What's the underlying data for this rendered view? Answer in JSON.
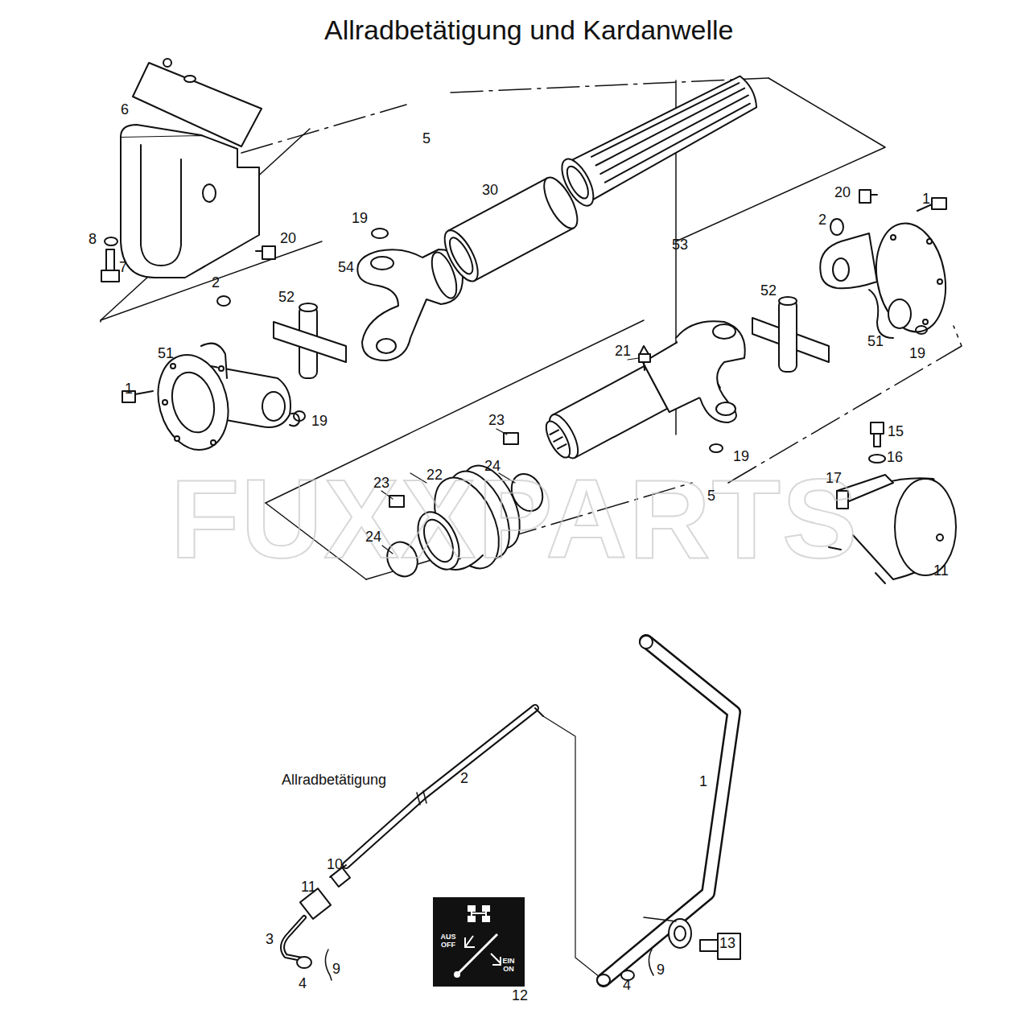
{
  "diagram": {
    "title": "Allradbetätigung und Kardanwelle",
    "nodes": [
      {
        "text": [
          "AUS OFF",
          "EIN ON"
        ]
      }
    ],
    "labels": [
      "6",
      "5",
      "8",
      "7",
      "20",
      "19",
      "30",
      "54",
      "2",
      "52",
      "51",
      "1",
      "19",
      "53",
      "20",
      "1",
      "2",
      "52",
      "51",
      "19",
      "21",
      "23",
      "24",
      "23",
      "22",
      "24",
      "15",
      "16",
      "17",
      "19",
      "5",
      "11",
      "Allradbetätigung",
      "2",
      "1",
      "10",
      "11",
      "3",
      "4",
      "9",
      "13",
      "4",
      "9",
      "12",
      "FUXXPARTS"
    ]
  }
}
